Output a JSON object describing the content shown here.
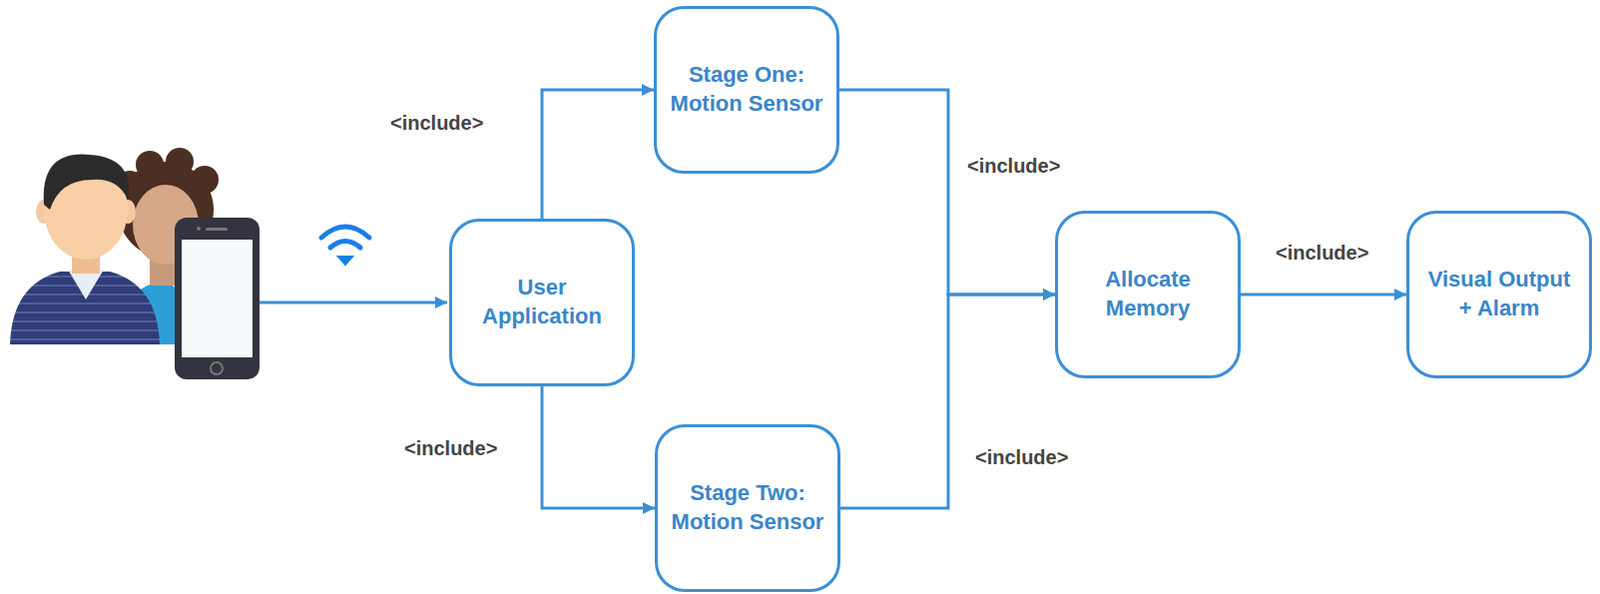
{
  "diagram": {
    "nodes": [
      {
        "text": [
          "User Application"
        ]
      },
      {
        "text": [
          "Stage One: Motion Sensor"
        ]
      },
      {
        "text": [
          "Stage Two: Motion Sensor"
        ]
      },
      {
        "text": [
          "Allocate Memory"
        ]
      },
      {
        "text": [
          "Visual Output + Alarm"
        ]
      }
    ],
    "edges": [
      {
        "from": 0,
        "to": 1,
        "arrow": "to",
        "label": "<include>"
      },
      {
        "from": 0,
        "to": 2,
        "arrow": "to",
        "label": "<include>"
      },
      {
        "from": 1,
        "to": 3,
        "arrow": "to",
        "label": "<include>"
      },
      {
        "from": 2,
        "to": 3,
        "arrow": "to",
        "label": "<include>"
      },
      {
        "from": 3,
        "to": 4,
        "arrow": "to",
        "label": "<include>"
      }
    ]
  }
}
